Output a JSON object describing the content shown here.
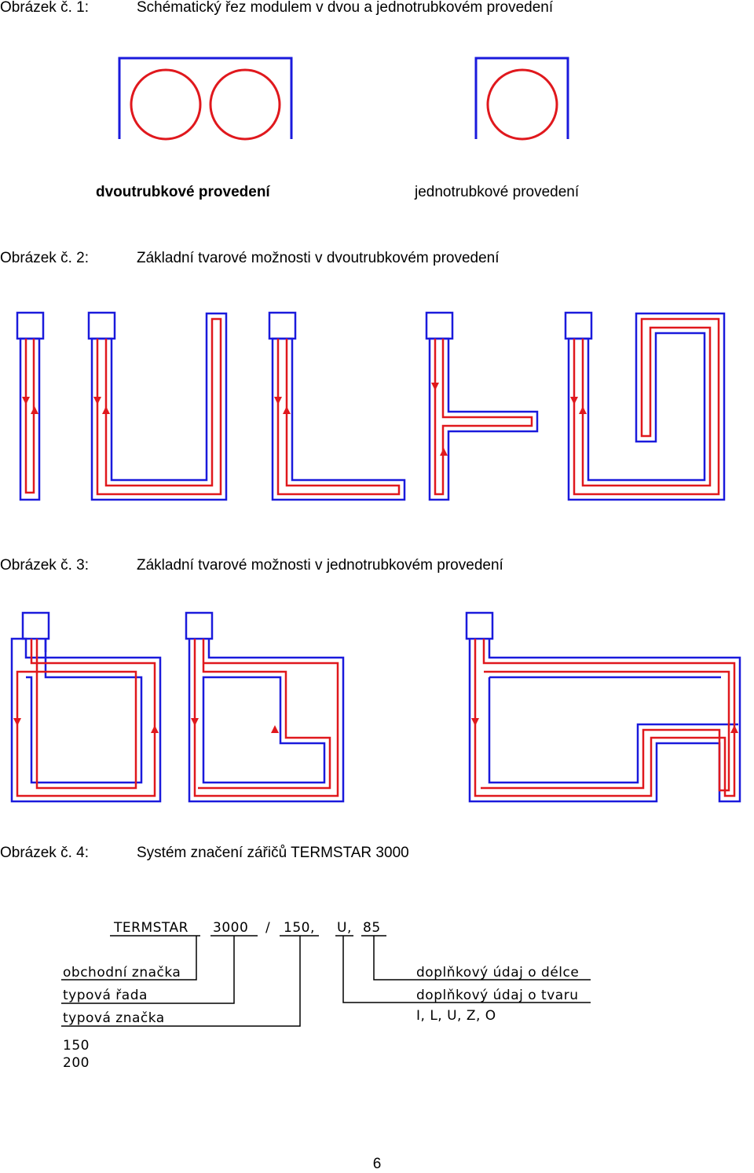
{
  "figures": [
    {
      "number": "Obrázek č. 1:",
      "title": "Schématický řez modulem v dvou a jednotrubkovém provedení"
    },
    {
      "number": "Obrázek č. 2:",
      "title": "Základní tvarové možnosti v dvoutrubkovém provedení"
    },
    {
      "number": "Obrázek č. 3:",
      "title": "Základní tvarové možnosti v jednotrubkovém provedení"
    },
    {
      "number": "Obrázek č. 4:",
      "title": "Systém značení zářičů TERMSTAR 3000"
    }
  ],
  "section_labels": {
    "two_pipe": "dvoutrubkové provedení",
    "one_pipe": "jednotrubkové provedení"
  },
  "designation": {
    "code": {
      "brand": "TERMSTAR",
      "series": "3000",
      "slash": "/",
      "type": "150,",
      "shape": "U,",
      "length": "85"
    },
    "legend_left": [
      "obchodní značka",
      "typová řada",
      "typová značka"
    ],
    "type_values": [
      "150",
      "200"
    ],
    "legend_right": [
      "doplňkový údaj o délce",
      "doplňkový údaj o tvaru"
    ],
    "shape_codes": "I, L, U, Z, O"
  },
  "page_number": "6",
  "colors": {
    "frame": "#1a1adc",
    "pipe": "#e0181d",
    "text": "#000000"
  }
}
